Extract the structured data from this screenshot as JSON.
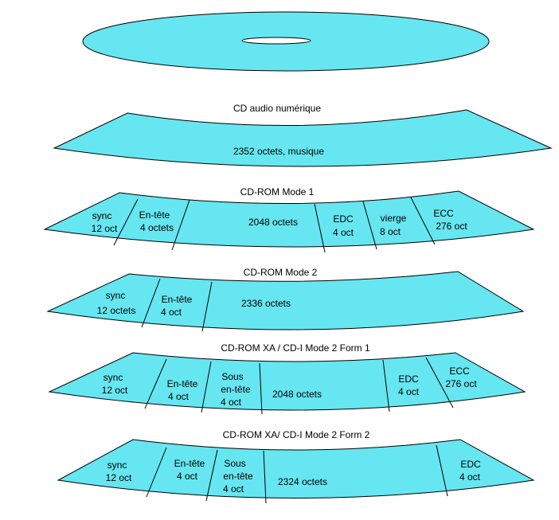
{
  "colors": {
    "fill": "#66e6f0",
    "stroke": "#000000",
    "background": "#ffffff"
  },
  "bands": [
    {
      "title": "CD audio numérique",
      "segments": [
        {
          "lines": [
            "2352 octets, musique"
          ]
        }
      ]
    },
    {
      "title": "CD-ROM Mode 1",
      "segments": [
        {
          "lines": [
            "sync",
            "12 oct"
          ]
        },
        {
          "lines": [
            "En-tête",
            "4 octets"
          ]
        },
        {
          "lines": [
            "2048 octets"
          ]
        },
        {
          "lines": [
            "EDC",
            "4 oct"
          ]
        },
        {
          "lines": [
            "vierge",
            "8 oct"
          ]
        },
        {
          "lines": [
            "ECC",
            "276 oct"
          ]
        }
      ]
    },
    {
      "title": "CD-ROM Mode 2",
      "segments": [
        {
          "lines": [
            "sync",
            "12 octets"
          ]
        },
        {
          "lines": [
            "En-tête",
            "4 oct"
          ]
        },
        {
          "lines": [
            "2336 octets"
          ]
        }
      ]
    },
    {
      "title": "CD-ROM XA / CD-I  Mode 2 Form 1",
      "segments": [
        {
          "lines": [
            "sync",
            "12 oct"
          ]
        },
        {
          "lines": [
            "En-tête",
            "4 oct"
          ]
        },
        {
          "lines": [
            "Sous",
            "en-tête",
            "4 oct"
          ]
        },
        {
          "lines": [
            "2048 octets"
          ]
        },
        {
          "lines": [
            "EDC",
            "4 oct"
          ]
        },
        {
          "lines": [
            "ECC",
            "276 oct"
          ]
        }
      ]
    },
    {
      "title": "CD-ROM XA/ CD-I Mode 2 Form 2",
      "segments": [
        {
          "lines": [
            "sync",
            "12 oct"
          ]
        },
        {
          "lines": [
            "En-tête",
            "4 oct"
          ]
        },
        {
          "lines": [
            "Sous",
            "en-tête",
            "4 oct"
          ]
        },
        {
          "lines": [
            "2324 octets"
          ]
        },
        {
          "lines": [
            "EDC",
            "4 oct"
          ]
        }
      ]
    }
  ]
}
